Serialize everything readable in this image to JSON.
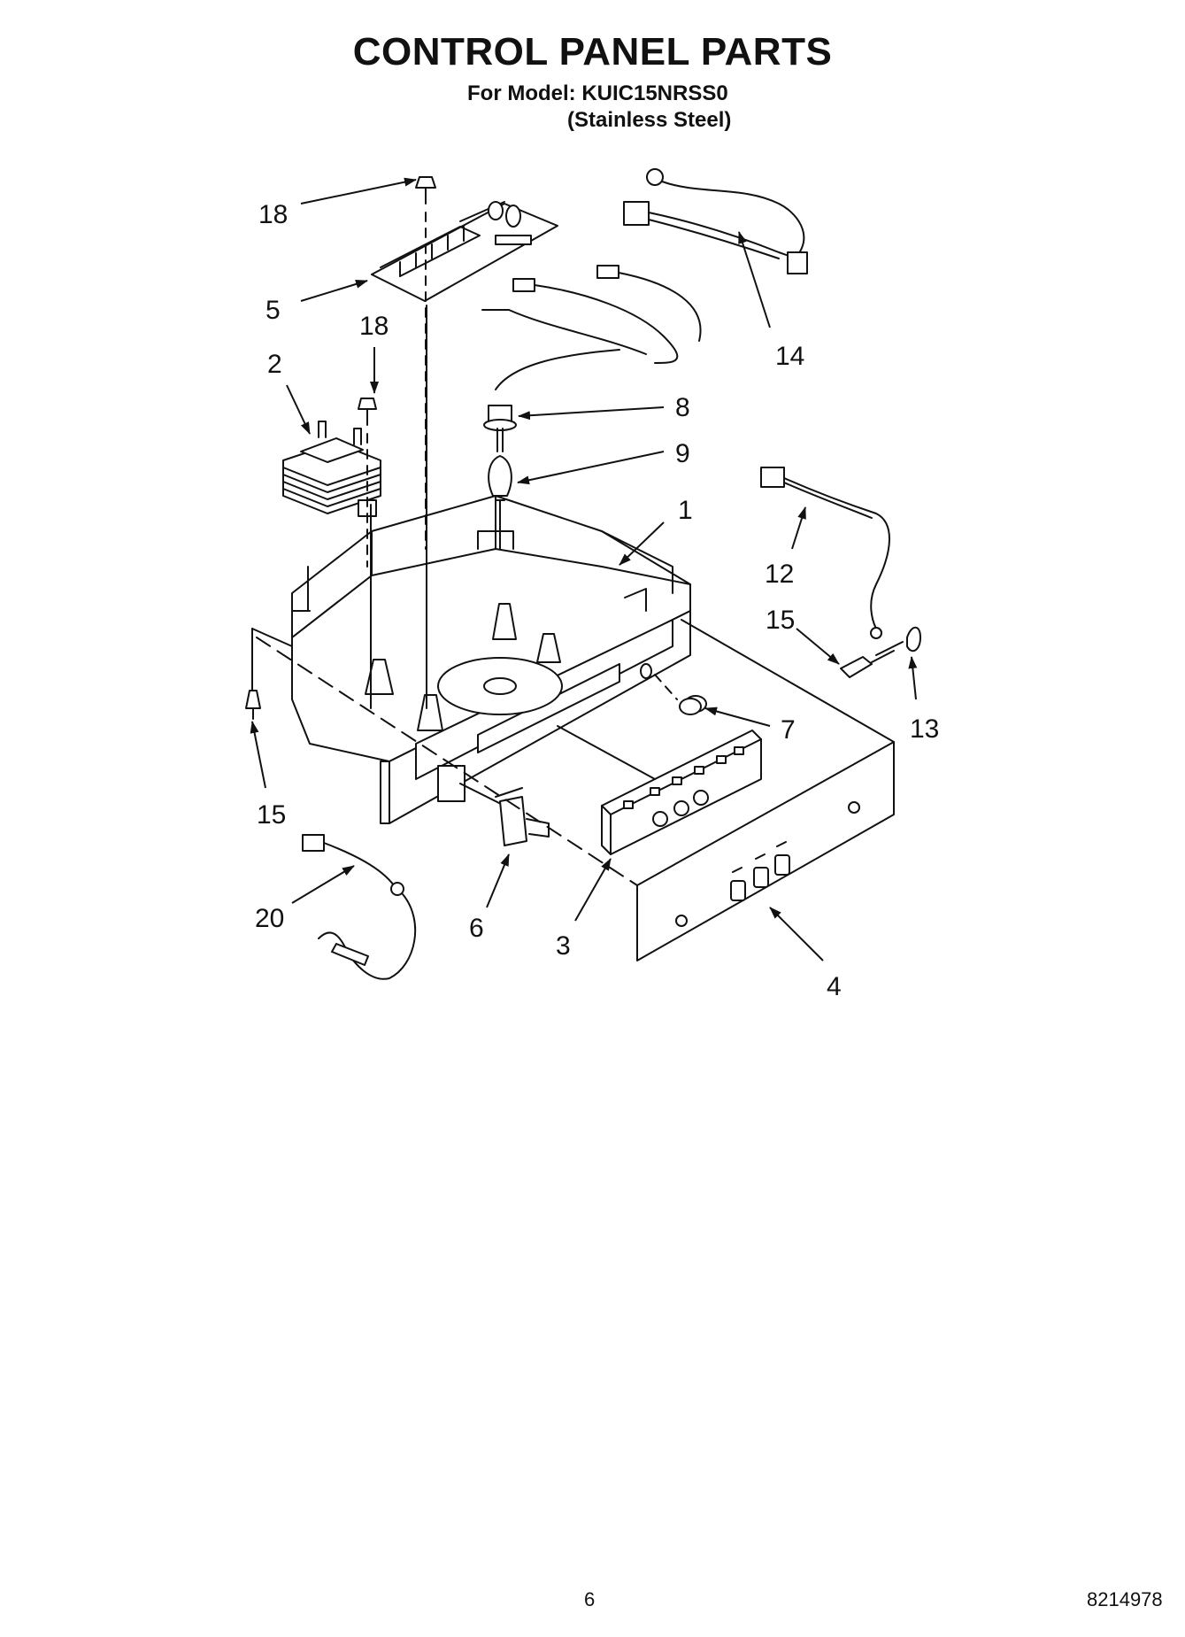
{
  "header": {
    "title": "CONTROL PANEL PARTS",
    "model_line": "For Model: KUIC15NRSS0",
    "material_line": "(Stainless Steel)"
  },
  "callouts": {
    "c18_top": "18",
    "c5": "5",
    "c18_mid": "18",
    "c2": "2",
    "c14": "14",
    "c8": "8",
    "c9": "9",
    "c1": "1",
    "c12": "12",
    "c15_right": "15",
    "c13": "13",
    "c7": "7",
    "c15_left": "15",
    "c20": "20",
    "c6": "6",
    "c3": "3",
    "c4": "4"
  },
  "footer": {
    "page_number": "6",
    "doc_number": "8214978"
  }
}
